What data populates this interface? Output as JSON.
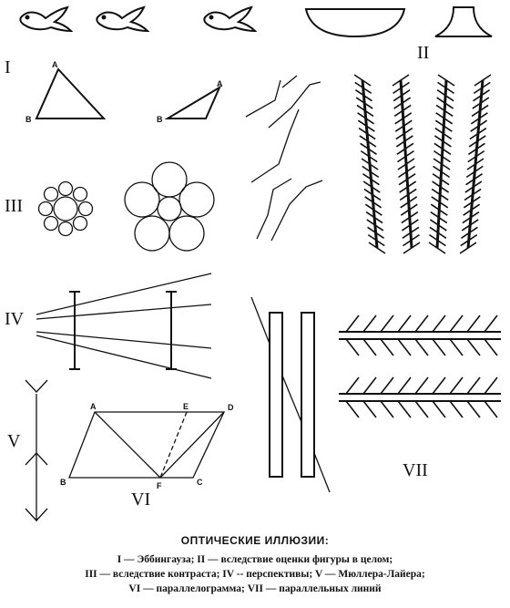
{
  "roman_labels": {
    "I": "I",
    "II": "II",
    "III": "III",
    "IV": "IV",
    "V": "V",
    "VI": "VI",
    "VII": "VII"
  },
  "points_I": {
    "A1": "A",
    "B1": "B",
    "A2": "A",
    "B2": "B"
  },
  "points_VI": {
    "A": "A",
    "B": "B",
    "C": "C",
    "D": "D",
    "E": "E",
    "F": "F"
  },
  "caption": {
    "title": "ОПТИЧЕСКИЕ ИЛЛЮЗИИ:",
    "line1": "I — Эббингауза; II — вследствие оценки фигуры в целом;",
    "line2": "III — вследствие контраста; IV -- перспективы; V — Мюллера-Лайера;",
    "line3": "VI — параллелограмма; VII — параллельных линий"
  }
}
